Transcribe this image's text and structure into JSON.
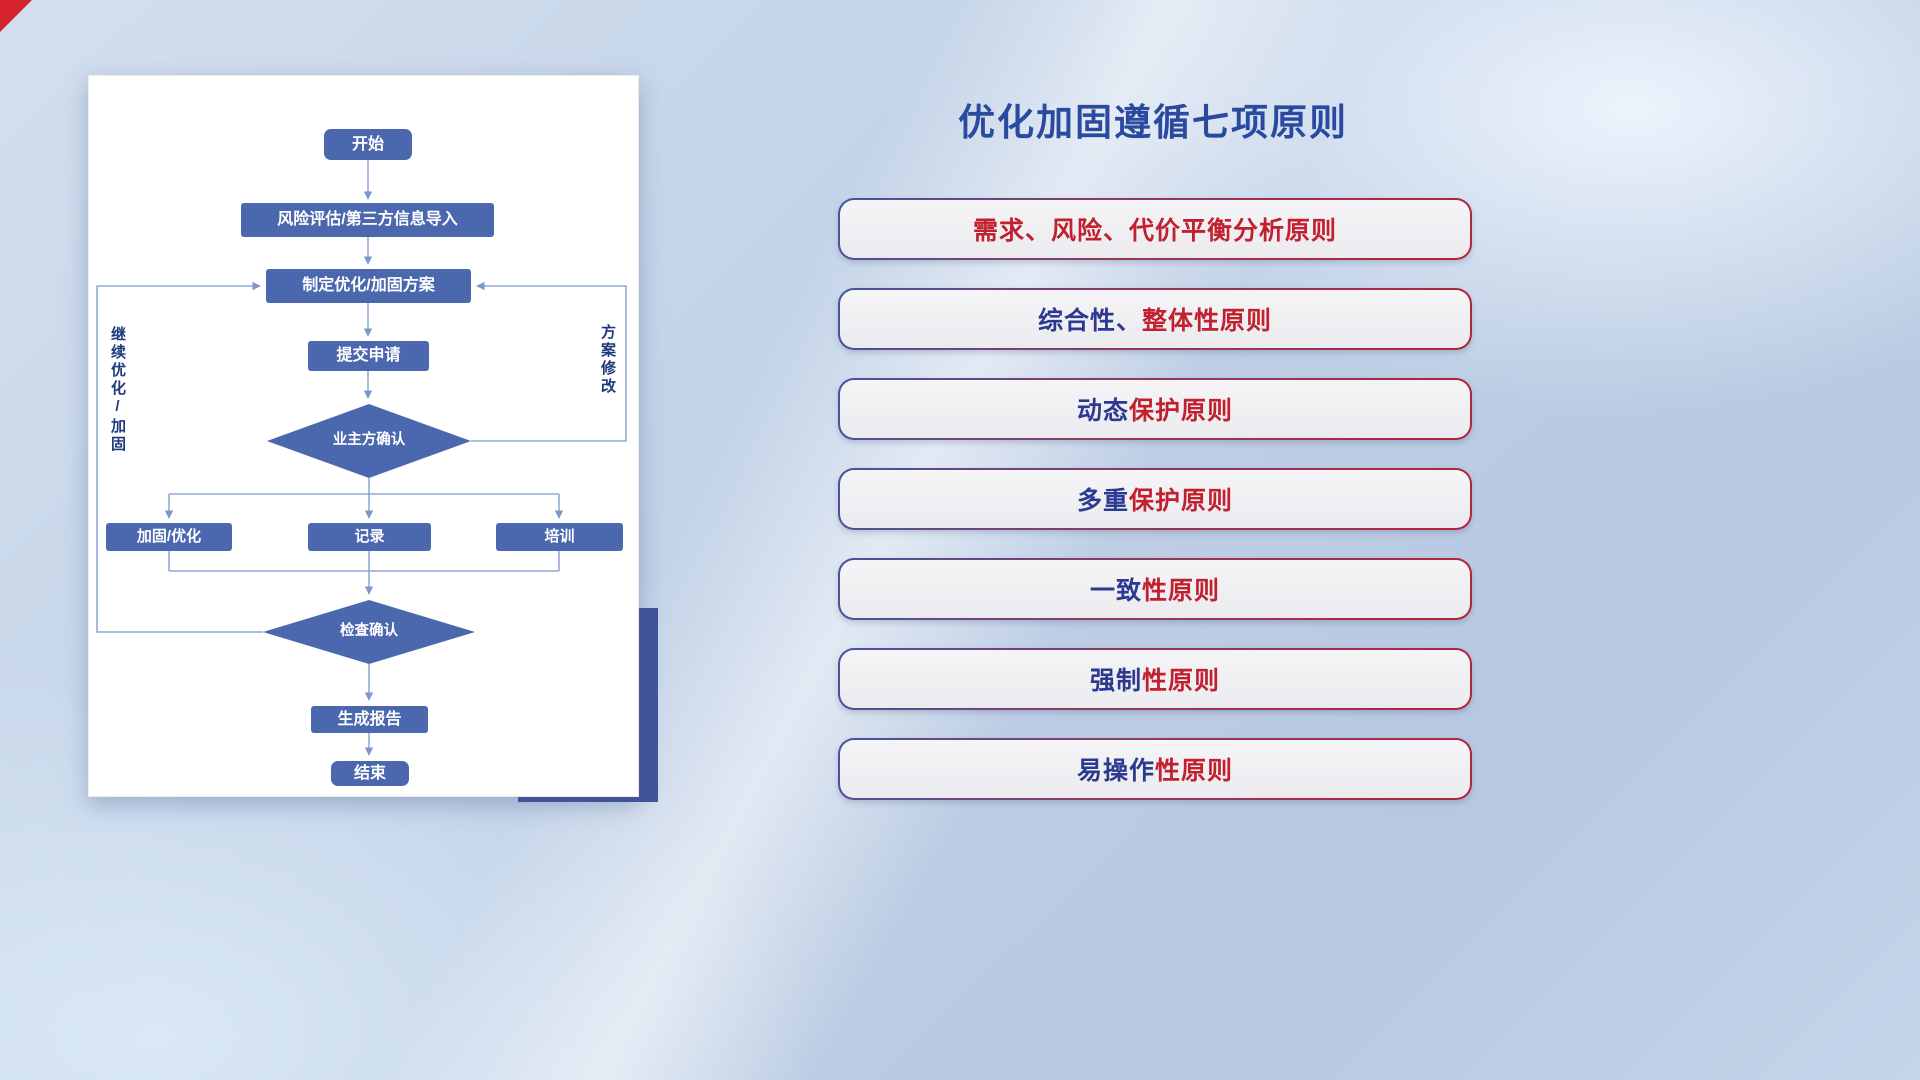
{
  "slide": {
    "title": "优化加固遵循七项原则"
  },
  "flowchart": {
    "nodes": {
      "start": "开始",
      "risk_import": "风险评估/第三方信息导入",
      "make_plan": "制定优化/加固方案",
      "submit": "提交申请",
      "owner_confirm": "业主方确认",
      "reinforce": "加固/优化",
      "record": "记录",
      "training": "培训",
      "check_confirm": "检查确认",
      "report": "生成报告",
      "end": "结束"
    },
    "labels": {
      "continue_loop": "继续优化/加固",
      "modify_loop": "方案修改"
    }
  },
  "principles": [
    {
      "segments": [
        {
          "text": "需求、风险、代价",
          "color": "#c1202f"
        },
        {
          "text": "平衡分析原则",
          "color": "#c1202f"
        }
      ]
    },
    {
      "segments": [
        {
          "text": "综合性、",
          "color": "#2b3a90"
        },
        {
          "text": "整体性原则",
          "color": "#c1202f"
        }
      ]
    },
    {
      "segments": [
        {
          "text": "动态",
          "color": "#2b3a90"
        },
        {
          "text": "保护原则",
          "color": "#c1202f"
        }
      ]
    },
    {
      "segments": [
        {
          "text": "多重",
          "color": "#2b3a90"
        },
        {
          "text": "保护原则",
          "color": "#c1202f"
        }
      ]
    },
    {
      "segments": [
        {
          "text": "一致",
          "color": "#2b3a90"
        },
        {
          "text": "性原则",
          "color": "#c1202f"
        }
      ]
    },
    {
      "segments": [
        {
          "text": "强制",
          "color": "#2b3a90"
        },
        {
          "text": "性原则",
          "color": "#c1202f"
        }
      ]
    },
    {
      "segments": [
        {
          "text": "易操作",
          "color": "#2b3a90"
        },
        {
          "text": "性原则",
          "color": "#c1202f"
        }
      ]
    }
  ],
  "colors": {
    "title_blue": "#2a4aa0",
    "node_fill": "#4b67ae",
    "connector_blue": "#7b97cd",
    "accent_block": "#40549a",
    "corner_red": "#d7222f",
    "principle_red": "#c1202f",
    "principle_blue": "#2b3a90"
  }
}
